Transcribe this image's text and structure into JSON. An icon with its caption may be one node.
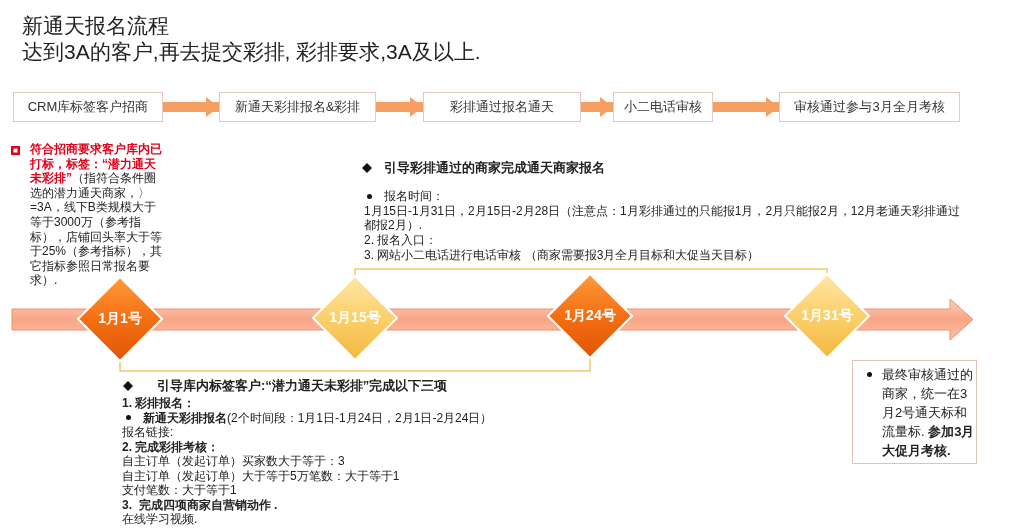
{
  "diagram": {
    "title": "新通天报名流程",
    "nodes": [
      {
        "text": [
          "CRM库标签客户招商"
        ]
      },
      {
        "text": [
          "新通天彩排报名&彩排"
        ]
      },
      {
        "text": [
          "彩排通过报名通天"
        ]
      },
      {
        "text": [
          "小二电话审核"
        ]
      },
      {
        "text": [
          "审核通过参与3月全月考核"
        ]
      },
      {
        "text": [
          "1月1号"
        ]
      },
      {
        "text": [
          "1月15号"
        ]
      },
      {
        "text": [
          "1月24号"
        ]
      },
      {
        "text": [
          "1月31号"
        ]
      },
      {
        "text": [
          "最终审核通过的商家，统一在3月2号通天标和流量标. **参加3月大促月考核.**"
        ]
      }
    ],
    "edges": [
      {
        "from": 0,
        "to": 1,
        "arrow": "to"
      },
      {
        "from": 1,
        "to": 2,
        "arrow": "to"
      },
      {
        "from": 2,
        "to": 3,
        "arrow": "to"
      },
      {
        "from": 3,
        "to": 4,
        "arrow": "to"
      },
      {
        "from": 6,
        "to": 8,
        "arrow": "none",
        "color": "#f6c66e"
      },
      {
        "from": 5,
        "to": 7,
        "arrow": "none",
        "color": "#f6c66e"
      }
    ],
    "labels": [
      "达到3A的客户,再去提交彩排, 彩排要求,3A及以上.",
      "**符合招商要求客户库内已打标，标签：“潜力通天未彩排”**（指符合条件圈选的潜力通天商家，〉=3A，线下B类规模大于等于3000万（参考指标），店铺回头率大于等于25%（参考指标），其它指标参照日常报名要求）.",
      "引导彩排通过的商家完成通天商家报名",
      "报名时间：",
      "1月15日-1月31日，2月15日-2月28日（注意点：1月彩排通过的只能报1月，2月只能报2月，12月老通天彩排通过都报2月）.",
      "2. 报名入口：",
      "3. 网站小二电话进行电话审核 （商家需要报3月全月目标和大促当天目标）",
      "引导库内标签客户:“潜力通天未彩排”完成以下三项",
      "1. 彩排报名：",
      "**新通天彩排报名**(2个时间段：1月1日-1月24日，2月1日-2月24日）",
      "报名链接:",
      "2. 完成彩排考核：",
      "自主订单（发起订单）买家数大于等于：3",
      "自主订单（发起订单）大于等于5万笔数：大于等于1",
      "支付笔数：大于等于1",
      "3.  完成四项商家自营销动作 .",
      "在线学习视频."
    ]
  }
}
